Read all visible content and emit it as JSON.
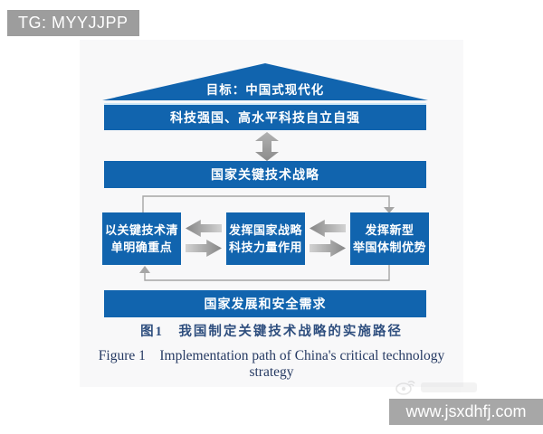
{
  "watermarks": {
    "tg_badge": "TG: MYYJJPP",
    "url_badge": "www.jsxdhfj.com"
  },
  "diagram": {
    "goal_roof": "目标：中国式现代化",
    "bar_top": "科技强国、高水平科技自立自强",
    "bar_strategy": "国家关键技术战略",
    "boxes": [
      {
        "line1": "以关键技术清",
        "line2": "单明确重点"
      },
      {
        "line1": "发挥国家战略",
        "line2": "科技力量作用"
      },
      {
        "line1": "发挥新型",
        "line2": "举国体制优势"
      }
    ],
    "bar_bottom": "国家发展和安全需求",
    "caption_zh": "图1　我国制定关键技术战略的实施路径",
    "caption_en_line1": "Figure 1　Implementation path of China's critical technology",
    "caption_en_line2": "strategy",
    "colors": {
      "box_blue": "#1164ae",
      "arrow_gray": "#9c9c9c",
      "connector_gray": "#a6a6a6",
      "caption_navy": "#2e4e7e",
      "watermark_gray": "#9d9d9d"
    },
    "icons": [
      "bidirectional-arrow-icon",
      "arrow-left-icon",
      "arrow-right-icon",
      "weibo-watermark-icon"
    ]
  }
}
